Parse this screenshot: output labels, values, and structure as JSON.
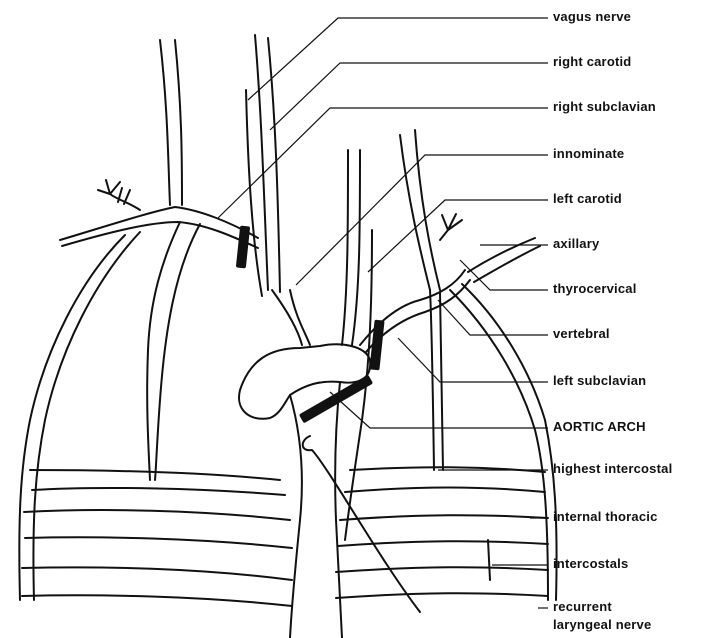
{
  "labels": {
    "vagus_nerve": "vagus nerve",
    "right_carotid": "right carotid",
    "right_subclavian": "right subclavian",
    "innominate": "innominate",
    "left_carotid": "left carotid",
    "axillary": "axillary",
    "thyrocervical": "thyrocervical",
    "vertebral": "vertebral",
    "left_subclavian": "left subclavian",
    "aortic_arch": "AORTIC ARCH",
    "highest_intercostal": "highest intercostal",
    "internal_thoracic": "internal thoracic",
    "intercostals": "intercostals",
    "recurrent_laryngeal_nerve_line1": "recurrent",
    "recurrent_laryngeal_nerve_line2": "laryngeal nerve"
  }
}
